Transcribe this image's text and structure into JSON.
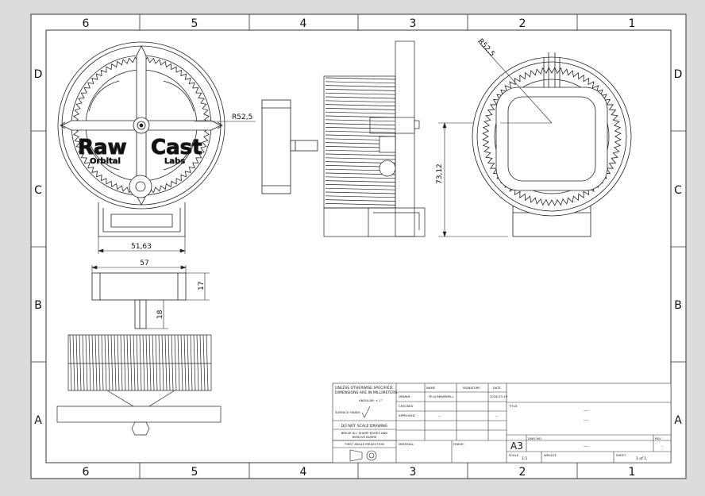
{
  "frame": {
    "columns": [
      "6",
      "5",
      "4",
      "3",
      "2",
      "1"
    ],
    "rows": [
      "D",
      "C",
      "B",
      "A"
    ]
  },
  "dimensions": {
    "radius_front": "R52,5",
    "radius_back": "R52,5",
    "height": "73,12",
    "base_width": "51,63",
    "part_width": "57",
    "part_height": "17",
    "shaft_length": "18"
  },
  "logo": {
    "word1": "Raw",
    "word2": "Cast",
    "word3": "Orbital",
    "word4": "Labs"
  },
  "title_block": {
    "notes_line1": "UNLESS OTHERWISE SPECIFIED:",
    "notes_line2": "DIMENSIONS ARE IN MILLIMETERS",
    "angular": "ANGULAR: ± 1°",
    "surface_finish": "SURFACE FINISH:",
    "do_not_scale": "DO NOT SCALE DRAWING",
    "break_edges_1": "BREAK ALL SHARP EDGES AND",
    "break_edges_2": "REMOVE BURRS",
    "projection": "FIRST ANGLE PROJECTION",
    "col_name": "NAME",
    "col_signature": "SIGNATURE",
    "col_date": "DATE",
    "row_drawn": "DRAWN",
    "row_checked": "CHECKED",
    "row_approved": "APPROVED",
    "drawn_name": "FELIJ BRAMWELL",
    "drawn_date": "2026-03-19",
    "approved_name": "---",
    "approved_date": "---",
    "material": "MATERIAL:",
    "finish": "FINISH:",
    "title_label": "TITLE:",
    "title_value_1": "----",
    "title_value_2": "----",
    "size": "A3",
    "dwg_no_label": "DWG NO.",
    "dwg_no_value": "----",
    "rev_label": "REV",
    "rev_value": "-",
    "scale_label": "SCALE",
    "scale_value": "1:1",
    "weight_label": "WEIGHT:",
    "sheet_label": "SHEET",
    "sheet_value": "1 of 1"
  }
}
